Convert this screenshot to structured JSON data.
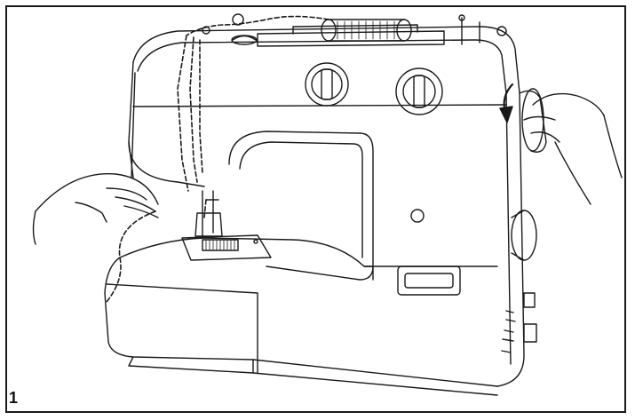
{
  "figure": {
    "number": "1"
  },
  "colors": {
    "line": "#1a1a1a",
    "background": "#ffffff"
  },
  "parts": {
    "spool_icon": "thread-spool",
    "dials": [
      "stitch-length-dial",
      "pattern-selector-dial"
    ],
    "handwheel_icon": "handwheel",
    "rotation_arrow_icon": "curved-arrow-toward-operator"
  }
}
